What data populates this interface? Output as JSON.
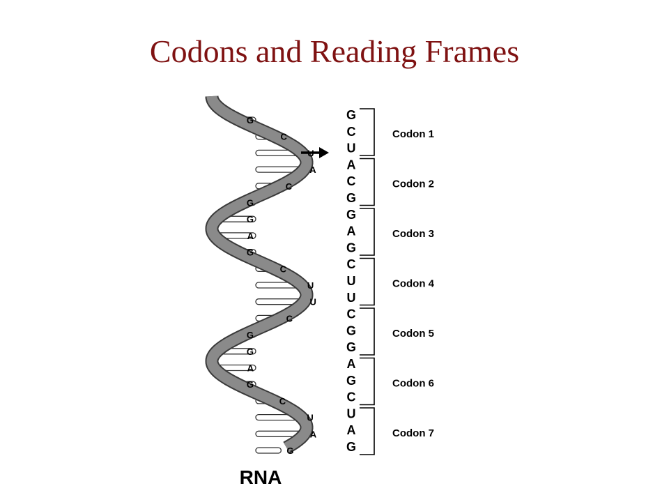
{
  "title": "Codons and Reading Frames",
  "caption": "RNA",
  "colors": {
    "title": "#7f1212",
    "backbone": "#8a8a8a",
    "backbone_outline": "#3a3a3a",
    "base_pair": "#ffffff",
    "text": "#000000"
  },
  "helix_bases": [
    "G",
    "C",
    "U",
    "A",
    "C",
    "G",
    "G",
    "A",
    "G",
    "C",
    "U",
    "U",
    "C",
    "G",
    "G",
    "A",
    "G",
    "C",
    "U",
    "A",
    "G"
  ],
  "sequence": [
    "G",
    "C",
    "U",
    "A",
    "C",
    "G",
    "G",
    "A",
    "G",
    "C",
    "U",
    "U",
    "C",
    "G",
    "G",
    "A",
    "G",
    "C",
    "U",
    "A",
    "G"
  ],
  "codons": [
    {
      "label": "Codon 1"
    },
    {
      "label": "Codon 2"
    },
    {
      "label": "Codon 3"
    },
    {
      "label": "Codon 4"
    },
    {
      "label": "Codon 5"
    },
    {
      "label": "Codon 6"
    },
    {
      "label": "Codon 7"
    }
  ],
  "reading_start_icon": "right-arrow-icon"
}
